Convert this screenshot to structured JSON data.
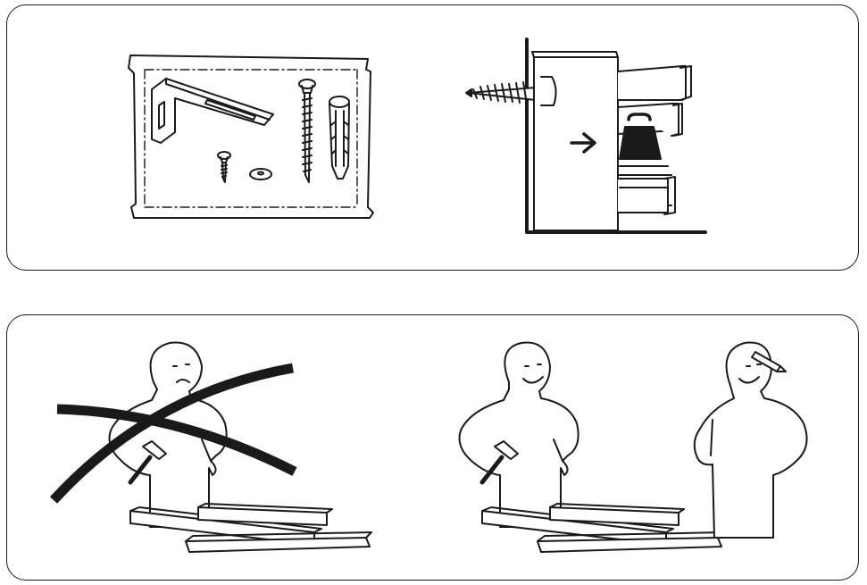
{
  "panels": [
    {
      "id": "hardware-and-tipover",
      "scenes": [
        "wall-anchor-hardware-kit",
        "dresser-tipover-warning"
      ]
    },
    {
      "id": "assembly-guidance",
      "scenes": [
        "alone-assembly-crossed-out",
        "two-person-assembly-ok"
      ]
    }
  ],
  "colors": {
    "ink": "#1a1a1a",
    "paper": "#ffffff",
    "weight": "#1a1a1a"
  }
}
